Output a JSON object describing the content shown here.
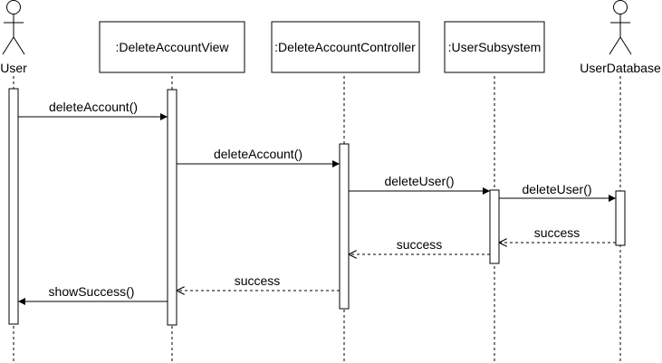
{
  "participants": [
    {
      "id": "user",
      "kind": "actor",
      "label": "User"
    },
    {
      "id": "view",
      "kind": "object",
      "label": ":DeleteAccountView"
    },
    {
      "id": "controller",
      "kind": "object",
      "label": ":DeleteAccountController"
    },
    {
      "id": "subsystem",
      "kind": "object",
      "label": ":UserSubsystem"
    },
    {
      "id": "database",
      "kind": "actor",
      "label": "UserDatabase"
    }
  ],
  "messages": [
    {
      "from": "user",
      "to": "view",
      "label": "deleteAccount()",
      "type": "call"
    },
    {
      "from": "view",
      "to": "controller",
      "label": "deleteAccount()",
      "type": "call"
    },
    {
      "from": "controller",
      "to": "subsystem",
      "label": "deleteUser()",
      "type": "call"
    },
    {
      "from": "subsystem",
      "to": "database",
      "label": "deleteUser()",
      "type": "call"
    },
    {
      "from": "database",
      "to": "subsystem",
      "label": "success",
      "type": "return"
    },
    {
      "from": "subsystem",
      "to": "controller",
      "label": "success",
      "type": "return"
    },
    {
      "from": "controller",
      "to": "view",
      "label": "success",
      "type": "return"
    },
    {
      "from": "view",
      "to": "user",
      "label": "showSuccess()",
      "type": "call"
    }
  ],
  "colors": {
    "stroke": "#000000",
    "background": "#ffffff"
  }
}
